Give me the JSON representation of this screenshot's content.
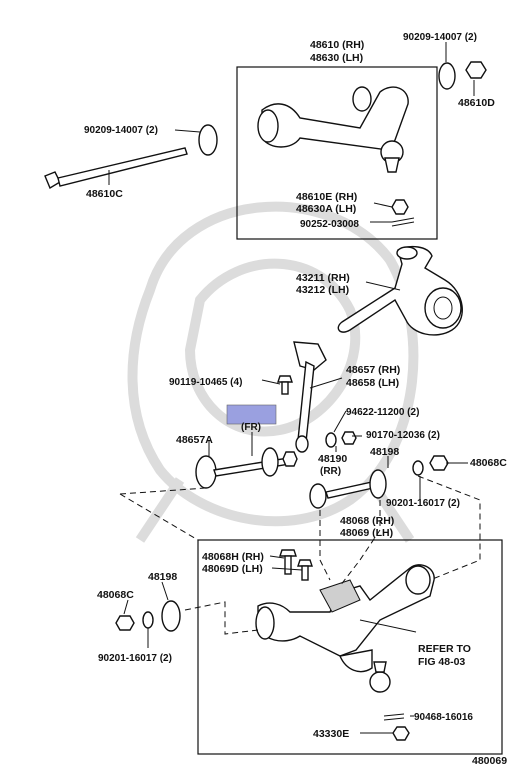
{
  "diagram_id": "480069",
  "highlight_color": "#9aa0e0",
  "labels": {
    "upper_arm": "48610 (RH)",
    "upper_arm_lh": "48630 (LH)",
    "washer_top": "90209-14007 (2)",
    "nut_top": "48610D",
    "washer_left": "90209-14007 (2)",
    "shaft": "48610C",
    "upper_bolt_rh": "48610E (RH)",
    "upper_bolt_lh": "48630A (LH)",
    "cotter": "90252-03008",
    "knuckle_rh": "43211 (RH)",
    "knuckle_lh": "43212 (LH)",
    "strut_rh": "48657 (RH)",
    "strut_lh": "48658 (LH)",
    "bolt_90119": "90119-10465 (4)",
    "cushion": "94622-11200 (2)",
    "nut_90170": "90170-12036 (2)",
    "fr": "(FR)",
    "retainer": "48657A",
    "cushion_rr": "48190",
    "cushion_rr_sub": "(RR)",
    "retainer_48198": "48198",
    "nut_48068c": "48068C",
    "washer_90201": "90201-16017 (2)",
    "lower_bolt_rh": "48068 (RH)",
    "lower_bolt_lh": "48069 (LH)",
    "lower_bolt2_rh": "48068H (RH)",
    "lower_bolt2_lh": "48069D (LH)",
    "nut_48068c_lower": "48068C",
    "retainer_48198_lower": "48198",
    "washer_90201_lower": "90201-16017 (2)",
    "refer": "REFER TO",
    "refer_fig": "FIG 48-03",
    "cotter_lower": "90468-16016",
    "ball_joint": "43330E"
  }
}
